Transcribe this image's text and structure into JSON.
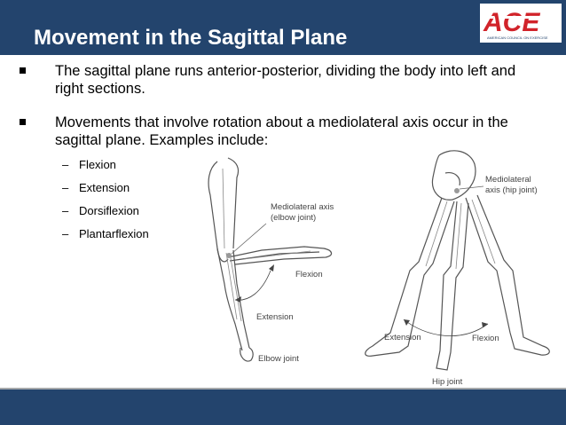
{
  "slide": {
    "title": "Movement in the Sagittal Plane",
    "logo_text": "ACE",
    "logo_tagline": "AMERICAN COUNCIL ON EXERCISE",
    "bullets": [
      "The sagittal plane runs anterior-posterior, dividing the body into left and right sections.",
      "Movements that involve rotation about a mediolateral axis occur in the sagittal plane. Examples include:"
    ],
    "sub_bullets": [
      "Flexion",
      "Extension",
      "Dorsiflexion",
      "Plantarflexion"
    ],
    "colors": {
      "header": "#23446d",
      "logo_red": "#d1232a",
      "footer": "#23446d"
    }
  },
  "elbow_figure": {
    "axis_label_1": "Mediolateral axis",
    "axis_label_2": "(elbow joint)",
    "flexion": "Flexion",
    "extension": "Extension",
    "caption": "Elbow joint"
  },
  "hip_figure": {
    "axis_label_1": "Mediolateral",
    "axis_label_2": "axis (hip joint)",
    "extension": "Extension",
    "flexion": "Flexion",
    "caption": "Hip joint"
  }
}
